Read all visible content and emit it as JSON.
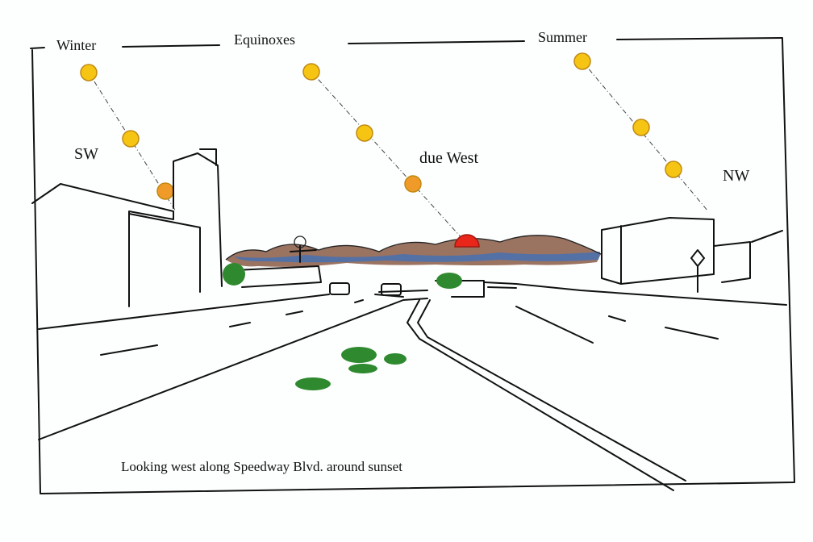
{
  "labels": {
    "winter": "Winter",
    "equinoxes": "Equinoxes",
    "summer": "Summer",
    "sw": "SW",
    "due_west": "due West",
    "nw": "NW",
    "caption": "Looking west along Speedway Blvd. around sunset"
  },
  "colors": {
    "sun_yellow": "#f6c514",
    "sun_orange": "#f09a2a",
    "sun_red": "#e8261a",
    "mountain_brown": "#9a5a3c",
    "mountain_blue": "#3e6db5",
    "shrub_green": "#2f8a2f"
  }
}
